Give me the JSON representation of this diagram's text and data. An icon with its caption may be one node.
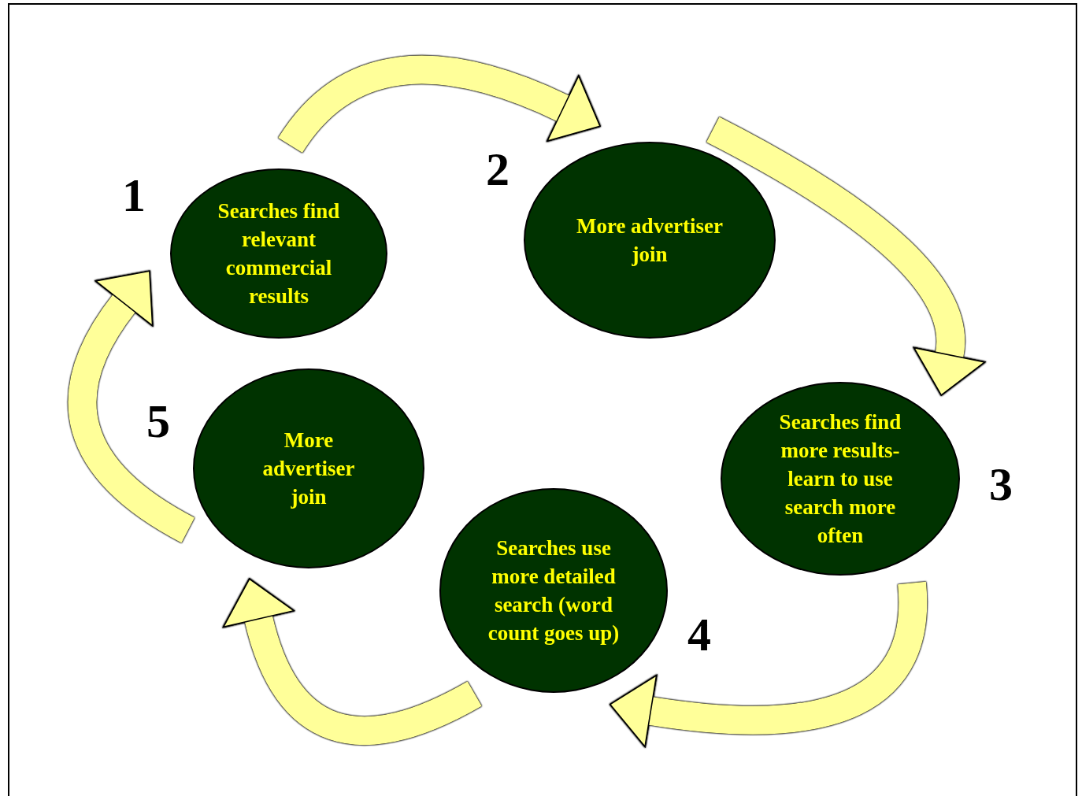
{
  "diagram": {
    "nodes": [
      {
        "text": [
          "Searches find relevant commercial results"
        ],
        "beside": [
          "1"
        ]
      },
      {
        "text": [
          "More advertiser join"
        ],
        "beside": [
          "2"
        ]
      },
      {
        "text": [
          "Searches find more results- learn to use search more often"
        ],
        "beside": [
          "3"
        ]
      },
      {
        "text": [
          "Searches use more detailed search (word count goes up)"
        ],
        "beside": [
          "4"
        ]
      },
      {
        "text": [
          "More advertiser join"
        ],
        "beside": [
          "5"
        ]
      }
    ],
    "edges": [
      {
        "from": 0,
        "to": 1,
        "arrow": "to"
      },
      {
        "from": 1,
        "to": 2,
        "arrow": "to"
      },
      {
        "from": 2,
        "to": 3,
        "arrow": "to"
      },
      {
        "from": 3,
        "to": 4,
        "arrow": "to"
      },
      {
        "from": 4,
        "to": 0,
        "arrow": "to"
      }
    ]
  }
}
